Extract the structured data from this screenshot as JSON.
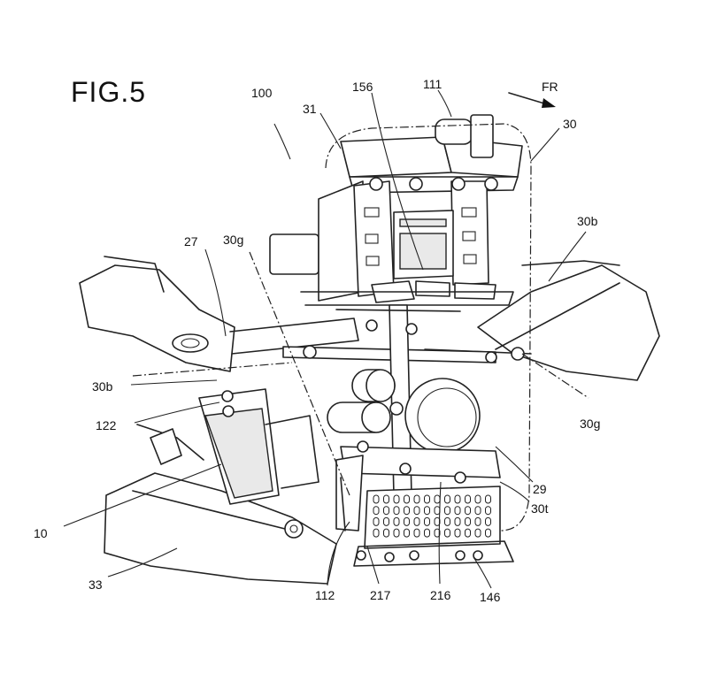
{
  "figure": {
    "title": "FIG.5",
    "direction_label": "FR",
    "reference_labels": [
      {
        "id": "100",
        "text": "100"
      },
      {
        "id": "31",
        "text": "31"
      },
      {
        "id": "156",
        "text": "156"
      },
      {
        "id": "111",
        "text": "111"
      },
      {
        "id": "30",
        "text": "30"
      },
      {
        "id": "30b-right",
        "text": "30b"
      },
      {
        "id": "27",
        "text": "27"
      },
      {
        "id": "30g-left",
        "text": "30g"
      },
      {
        "id": "30b-left",
        "text": "30b"
      },
      {
        "id": "122",
        "text": "122"
      },
      {
        "id": "30g-right",
        "text": "30g"
      },
      {
        "id": "29",
        "text": "29"
      },
      {
        "id": "10",
        "text": "10"
      },
      {
        "id": "30t",
        "text": "30t"
      },
      {
        "id": "33",
        "text": "33"
      },
      {
        "id": "112",
        "text": "112"
      },
      {
        "id": "217",
        "text": "217"
      },
      {
        "id": "216",
        "text": "216"
      },
      {
        "id": "146",
        "text": "146"
      }
    ]
  }
}
